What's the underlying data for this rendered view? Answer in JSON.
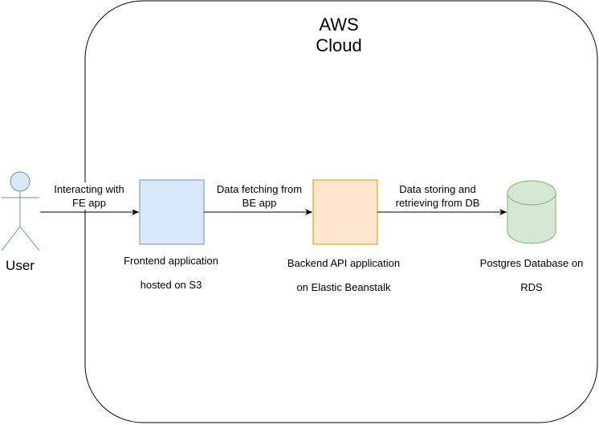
{
  "cloud": {
    "title_line1": "AWS",
    "title_line2": "Cloud"
  },
  "actor": {
    "label": "User"
  },
  "nodes": {
    "frontend": {
      "line1": "Frontend application",
      "line2": "hosted on S3"
    },
    "backend": {
      "line1": "Backend API application",
      "line2": "on Elastic Beanstalk"
    },
    "database": {
      "line1": "Postgres Database on",
      "line2": "RDS"
    }
  },
  "edges": {
    "user_to_frontend": {
      "line1": "Interacting with",
      "line2": "FE app"
    },
    "frontend_to_backend": {
      "line1": "Data fetching from",
      "line2": "BE app"
    },
    "backend_to_database": {
      "line1": "Data storing and",
      "line2": "retrieving from DB"
    }
  },
  "colors": {
    "frontend_fill": "#dae8fc",
    "frontend_stroke": "#6c8ebf",
    "backend_fill": "#ffe6cc",
    "backend_stroke": "#d79b00",
    "database_fill": "#d5e8d4",
    "database_stroke": "#82b366",
    "actor_fill": "#dae8fc",
    "actor_stroke": "#6c8ebf"
  }
}
